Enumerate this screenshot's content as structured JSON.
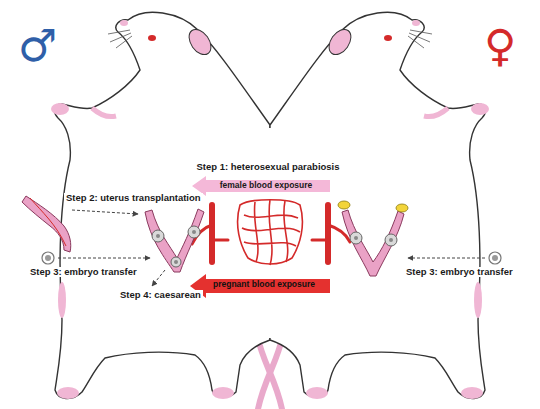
{
  "diagram": {
    "labels": [
      "♂",
      "♀",
      "Step 1: heterosexual parabiosis",
      "female blood exposure",
      "Step 2: uterus transplantation",
      "Step 3: embryo transfer",
      "Step 3: embryo transfer",
      "pregnant blood exposure",
      "Step 4: caesarean"
    ]
  }
}
